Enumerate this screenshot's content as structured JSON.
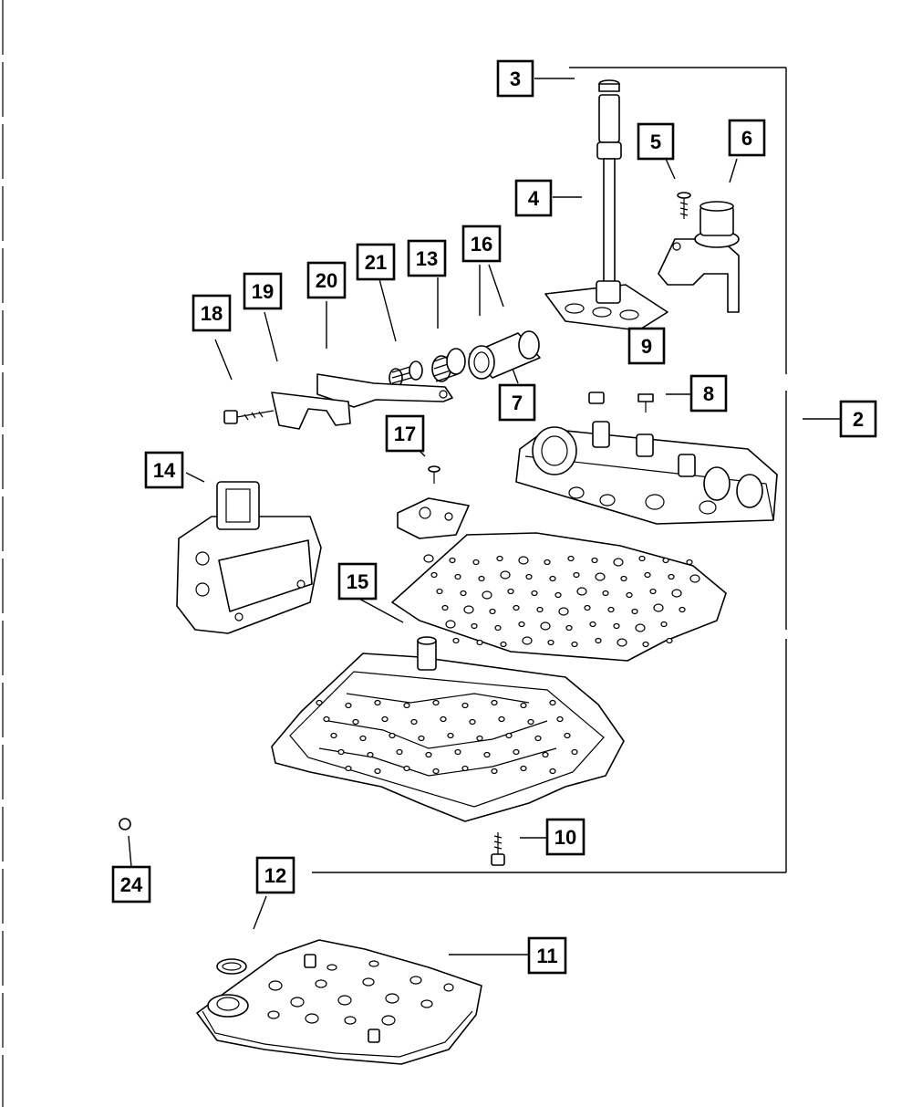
{
  "callouts": [
    {
      "id": "c2",
      "label": "2"
    },
    {
      "id": "c3",
      "label": "3"
    },
    {
      "id": "c4",
      "label": "4"
    },
    {
      "id": "c5",
      "label": "5"
    },
    {
      "id": "c6",
      "label": "6"
    },
    {
      "id": "c7",
      "label": "7"
    },
    {
      "id": "c8",
      "label": "8"
    },
    {
      "id": "c9",
      "label": "9"
    },
    {
      "id": "c10",
      "label": "10"
    },
    {
      "id": "c11",
      "label": "11"
    },
    {
      "id": "c12",
      "label": "12"
    },
    {
      "id": "c13",
      "label": "13"
    },
    {
      "id": "c14",
      "label": "14"
    },
    {
      "id": "c15",
      "label": "15"
    },
    {
      "id": "c16",
      "label": "16"
    },
    {
      "id": "c17",
      "label": "17"
    },
    {
      "id": "c18",
      "label": "18"
    },
    {
      "id": "c19",
      "label": "19"
    },
    {
      "id": "c20",
      "label": "20"
    },
    {
      "id": "c21",
      "label": "21"
    },
    {
      "id": "c24",
      "label": "24"
    }
  ]
}
